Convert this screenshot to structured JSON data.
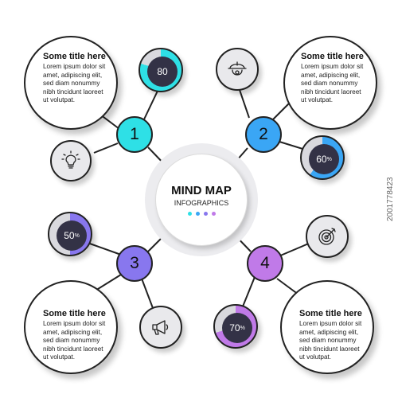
{
  "center": {
    "title": "MIND MAP",
    "subtitle": "INFOGRAPHICS",
    "dot_colors": [
      "#2ee0e6",
      "#3aa6f5",
      "#8877ee",
      "#c07ae8"
    ]
  },
  "branches": [
    {
      "number": "1",
      "color": "#2ee0e6",
      "title": "Some title here",
      "body": "Lorem ipsum dolor sit amet, adipiscing elit, sed diam nonummy nibh tincidunt laoreet ut volutpat.",
      "gauge": {
        "value": "80",
        "fraction": 0.8,
        "color": "#2ee0e6"
      },
      "icon": "lightbulb-icon"
    },
    {
      "number": "2",
      "color": "#3aa6f5",
      "title": "Some title here",
      "body": "Lorem ipsum dolor sit amet, adipiscing elit, sed diam nonummy nibh tincidunt laoreet ut volutpat.",
      "gauge": {
        "value": "60",
        "unit": "%",
        "fraction": 0.6,
        "color": "#3aa6f5"
      },
      "icon": "worker-helmet-icon"
    },
    {
      "number": "3",
      "color": "#8877ee",
      "title": "Some title here",
      "body": "Lorem ipsum dolor sit amet, adipiscing elit, sed diam nonummy nibh tincidunt laoreet ut volutpat.",
      "gauge": {
        "value": "50",
        "unit": "%",
        "fraction": 0.5,
        "color": "#8877ee"
      },
      "icon": "megaphone-icon"
    },
    {
      "number": "4",
      "color": "#c07ae8",
      "title": "Some title here",
      "body": "Lorem ipsum dolor sit amet, adipiscing elit, sed diam nonummy nibh tincidunt laoreet ut volutpat.",
      "gauge": {
        "value": "70",
        "unit": "%",
        "fraction": 0.7,
        "color": "#c07ae8"
      },
      "icon": "target-icon"
    }
  ],
  "footer": {
    "stock_id": "2001778423"
  }
}
